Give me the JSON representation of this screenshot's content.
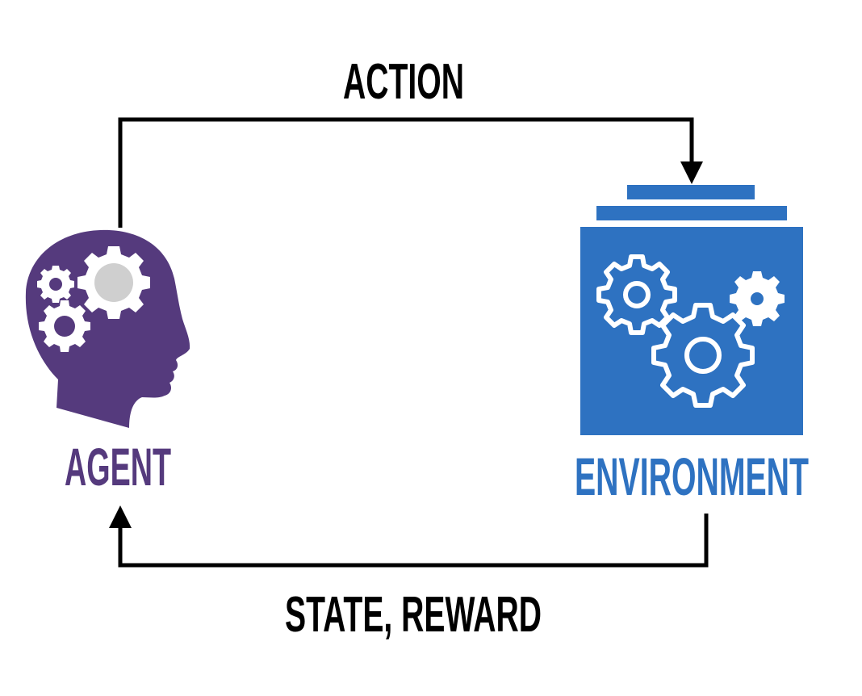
{
  "labels": {
    "action": "ACTION",
    "feedback": "STATE, REWARD",
    "agent": "AGENT",
    "environment": "ENVIRONMENT"
  },
  "colors": {
    "agent": "#553a7d",
    "environment": "#2e72c1",
    "arrow": "#000000",
    "gear_fill": "#ffffff",
    "gear_center": "#cfcfcf"
  },
  "icons": {
    "agent": "head-with-gears-icon",
    "environment": "gears-box-icon"
  }
}
